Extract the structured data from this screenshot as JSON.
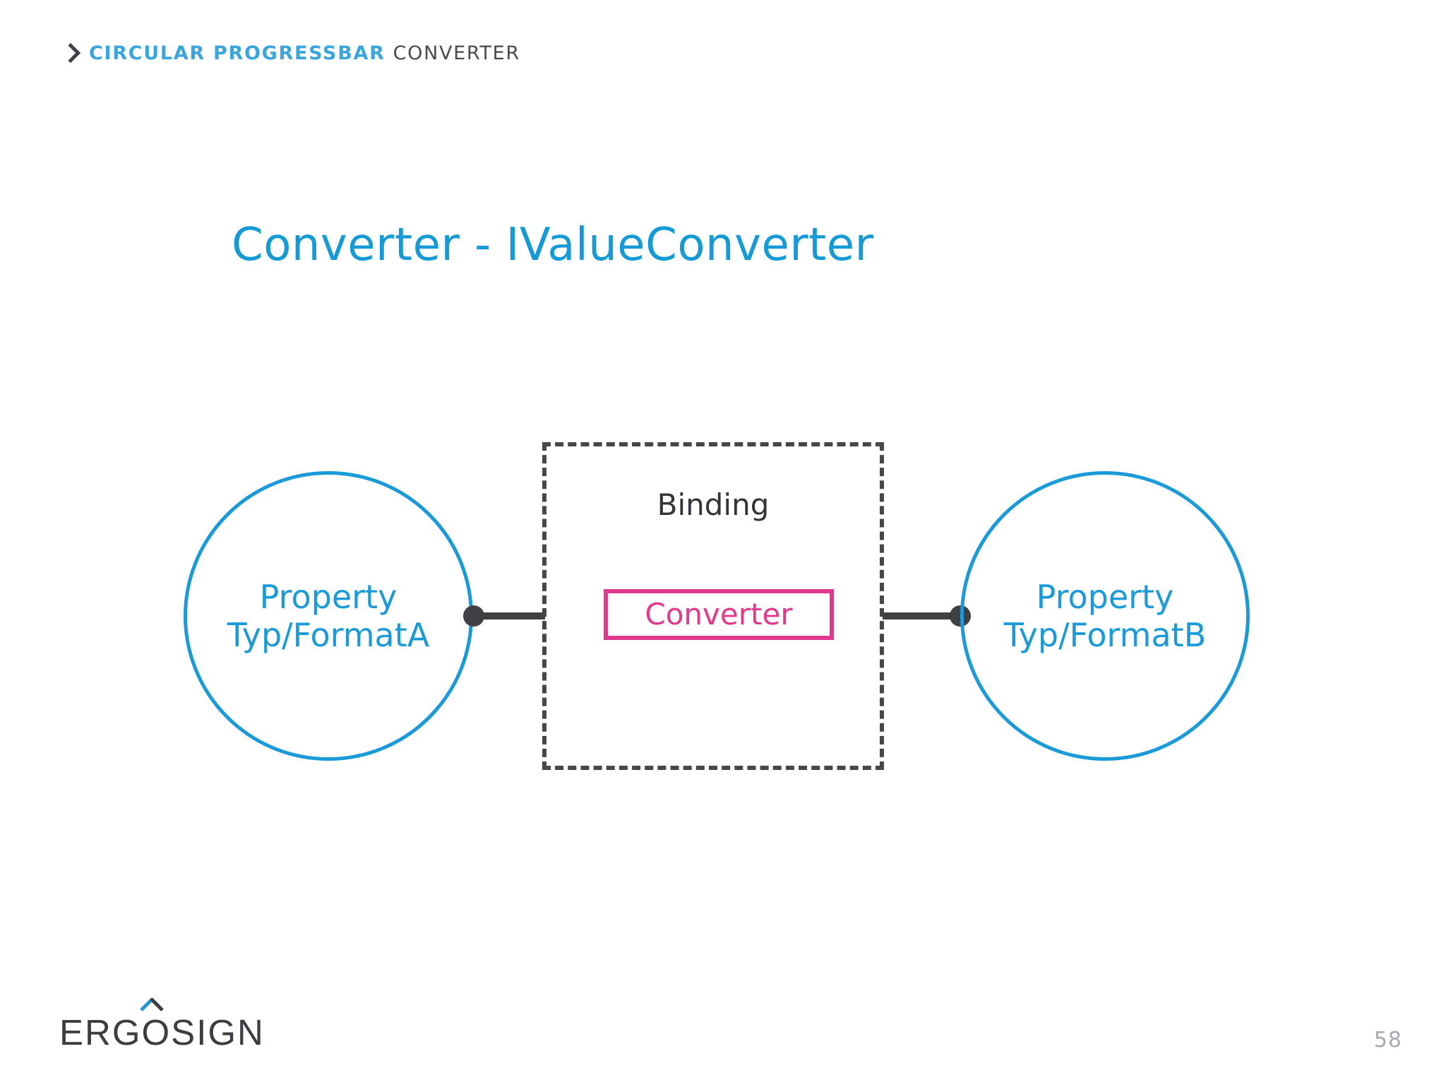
{
  "header": {
    "chevron_icon": "chevron-right-icon",
    "strong_text": "CIRCULAR PROGRESSBAR",
    "rest_text": "CONVERTER"
  },
  "title": "Converter - IValueConverter",
  "diagram": {
    "left_node": {
      "line1": "Property",
      "line2": "Typ/FormatA"
    },
    "right_node": {
      "line1": "Property",
      "line2": "Typ/FormatB"
    },
    "binding_label": "Binding",
    "converter_label": "Converter"
  },
  "footer": {
    "logo_text": "ERGOSIGN",
    "logo_mark_icon": "x-mark-icon",
    "page_number": "58"
  },
  "colors": {
    "kicker_blue": "#3aa6dd",
    "title_blue": "#149ad6",
    "node_blue": "#1a9ad9",
    "dark_gray": "#3f3f44",
    "pink": "#e1398b",
    "page_gray": "#a9a9b0",
    "background": "#ffffff"
  }
}
